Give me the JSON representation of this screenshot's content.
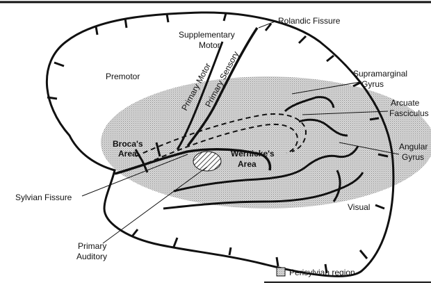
{
  "labels": {
    "rolandic_fissure": "Rolandic Fissure",
    "supplementary_motor_1": "Supplementary",
    "supplementary_motor_2": "Motor",
    "premotor": "Premotor",
    "primary_motor": "Primary Motor",
    "primary_sensory": "Primary Sensory",
    "supramarginal_1": "Supramarginal",
    "supramarginal_2": "Gyrus",
    "arcuate_1": "Arcuate",
    "arcuate_2": "Fasciculus",
    "angular_1": "Angular",
    "angular_2": "Gyrus",
    "brocas_1": "Broca's",
    "brocas_2": "Area",
    "wernickes_1": "Wernicke's",
    "wernickes_2": "Area",
    "sylvian_fissure": "Sylvian Fissure",
    "visual": "Visual",
    "primary_auditory_1": "Primary",
    "primary_auditory_2": "Auditory"
  },
  "legend": {
    "perisylvian": "Perisylvian region"
  },
  "colors": {
    "ink": "#111111",
    "shade": "#c9c9c9"
  }
}
